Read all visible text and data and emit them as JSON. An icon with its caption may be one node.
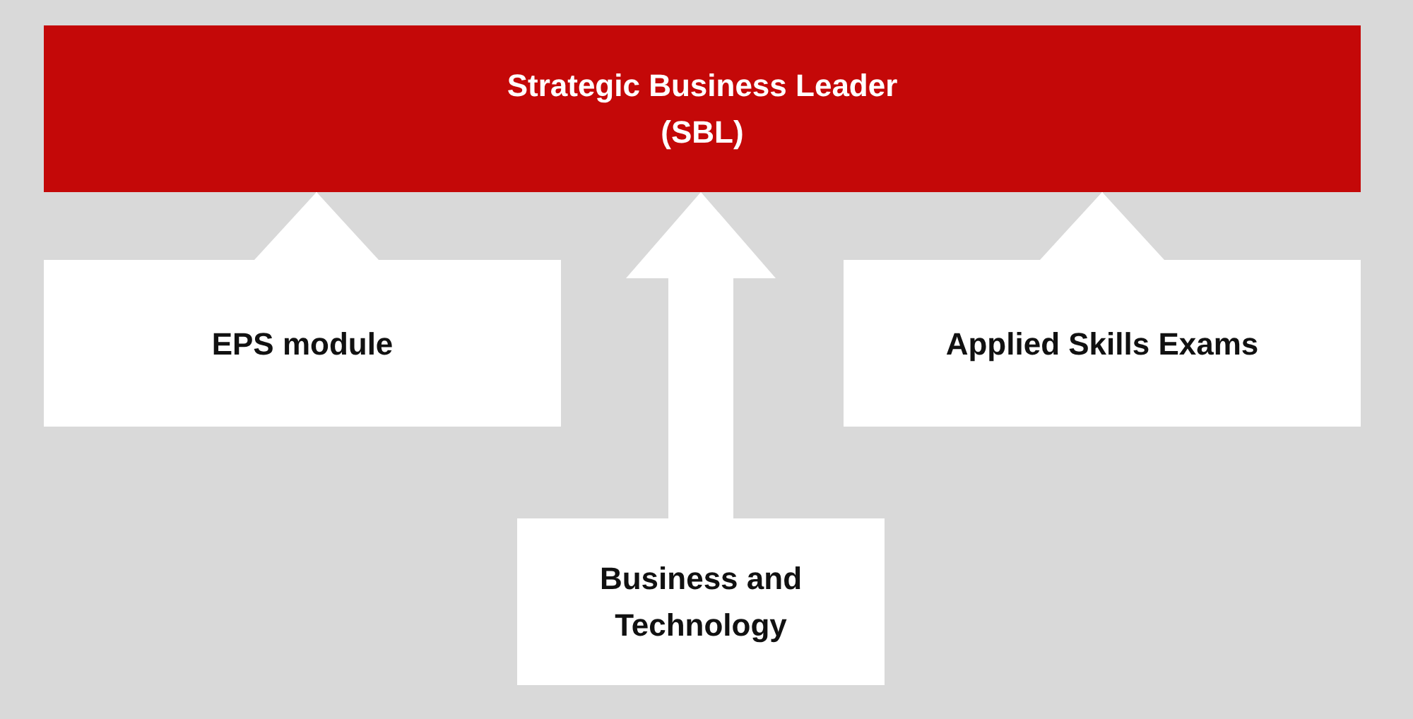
{
  "diagram": {
    "nodes": [
      {
        "text": [
          "Strategic Business Leader (SBL)"
        ]
      },
      {
        "text": [
          "EPS module"
        ]
      },
      {
        "text": [
          "Applied Skills Exams"
        ]
      },
      {
        "text": [
          "Business and Technology"
        ]
      }
    ],
    "edges": [
      {
        "from": 1,
        "to": 0,
        "arrow": "to"
      },
      {
        "from": 3,
        "to": 0,
        "arrow": "to",
        "style": "thick"
      },
      {
        "from": 2,
        "to": 0,
        "arrow": "to"
      }
    ]
  }
}
